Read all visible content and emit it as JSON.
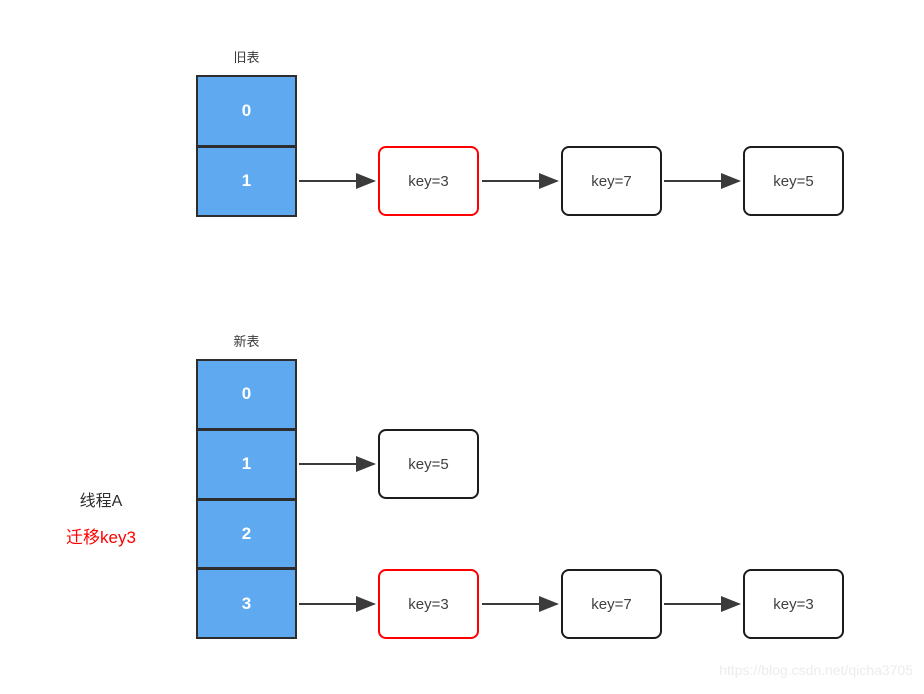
{
  "diagram": {
    "old_table": {
      "label": "旧表",
      "cells": [
        "0",
        "1"
      ]
    },
    "old_chain": [
      {
        "label": "key=3",
        "highlight": true
      },
      {
        "label": "key=7",
        "highlight": false
      },
      {
        "label": "key=5",
        "highlight": false
      }
    ],
    "new_table": {
      "label": "新表",
      "cells": [
        "0",
        "1",
        "2",
        "3"
      ]
    },
    "new_chain_bucket1": [
      {
        "label": "key=5",
        "highlight": false
      }
    ],
    "new_chain_bucket3": [
      {
        "label": "key=3",
        "highlight": true
      },
      {
        "label": "key=7",
        "highlight": false
      },
      {
        "label": "key=3",
        "highlight": false
      }
    ],
    "annotations": {
      "thread": "线程A",
      "action": "迁移key3"
    },
    "colors": {
      "bucket_fill": "#5ea9f0",
      "table_border": "#2d2d2d",
      "node_border": "#1c1c1c",
      "highlight_border": "#ff0000",
      "action_text": "#ff0000",
      "arrow": "#3b3b3b"
    }
  },
  "watermark": "https://blog.csdn.net/qicha3705"
}
